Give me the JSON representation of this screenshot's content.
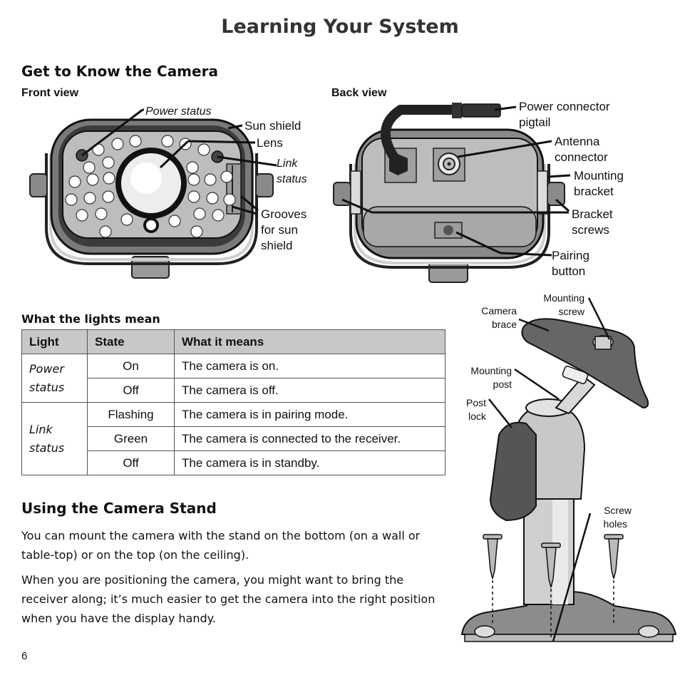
{
  "page": {
    "title": "Learning Your System",
    "page_number": "6"
  },
  "camera_section": {
    "heading": "Get to Know the Camera",
    "front_view": {
      "label": "Front view",
      "callouts": {
        "power_status": "Power status",
        "sun_shield": "Sun shield",
        "lens": "Lens",
        "link_status_1": "Link",
        "link_status_2": "status",
        "grooves_1": "Grooves",
        "grooves_2": "for sun",
        "grooves_3": "shield"
      }
    },
    "back_view": {
      "label": "Back view",
      "callouts": {
        "power_connector_1": "Power connector",
        "power_connector_2": "pigtail",
        "antenna_1": "Antenna",
        "antenna_2": "connector",
        "mounting_bracket_1": "Mounting",
        "mounting_bracket_2": "bracket",
        "bracket_screws_1": "Bracket",
        "bracket_screws_2": "screws",
        "pairing_1": "Pairing",
        "pairing_2": "button"
      }
    }
  },
  "lights_table": {
    "heading": "What the lights mean",
    "headers": [
      "Light",
      "State",
      "What it means"
    ],
    "groups": [
      {
        "light": "Power status",
        "rows": [
          {
            "state": "On",
            "meaning": "The camera is on."
          },
          {
            "state": "Off",
            "meaning": "The camera is off."
          }
        ]
      },
      {
        "light": "Link status",
        "rows": [
          {
            "state": "Flashing",
            "meaning": "The camera is in pairing mode."
          },
          {
            "state": "Green",
            "meaning": "The camera is connected to the receiver."
          },
          {
            "state": "Off",
            "meaning": "The camera is in standby."
          }
        ]
      }
    ]
  },
  "stand_section": {
    "heading": "Using the Camera Stand",
    "paragraph_1": "You can mount the camera with the stand on the bottom (on a wall or table-top) or on the top (on the ceiling).",
    "paragraph_2": "When you are positioning the camera, you might want to bring the receiver along; it’s much easier to get the camera into the right position when you have the display handy.",
    "callouts": {
      "mounting_screw_1": "Mounting",
      "mounting_screw_2": "screw",
      "camera_brace_1": "Camera",
      "camera_brace_2": "brace",
      "mounting_post_1": "Mounting",
      "mounting_post_2": "post",
      "post_lock_1": "Post",
      "post_lock_2": "lock",
      "screw_holes_1": "Screw",
      "screw_holes_2": "holes"
    }
  }
}
